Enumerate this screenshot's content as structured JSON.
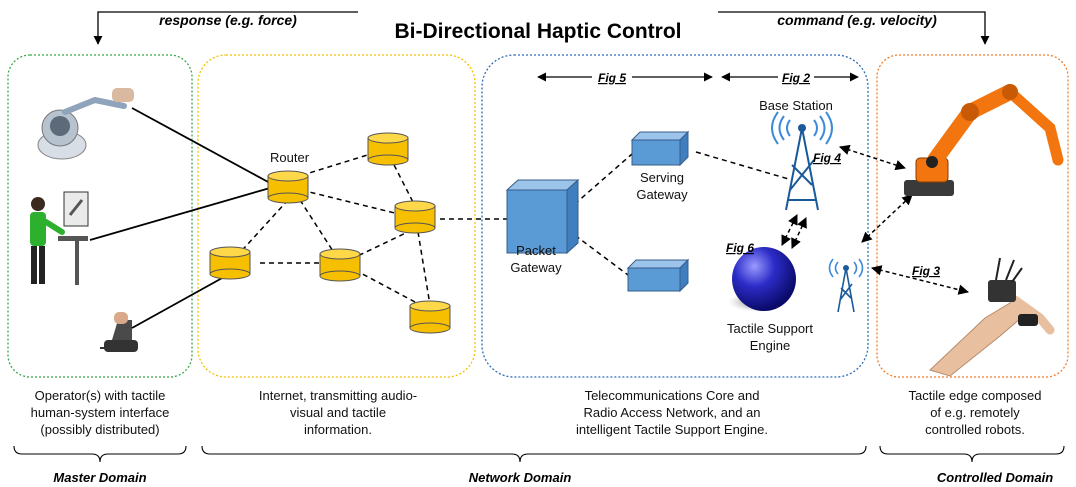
{
  "header": {
    "title": "Bi-Directional Haptic Control",
    "response_label": "response (e.g. force)",
    "command_label": "command (e.g. velocity)"
  },
  "figure_refs": {
    "fig5": "Fig 5",
    "fig2": "Fig 2",
    "fig4": "Fig 4",
    "fig6": "Fig 6",
    "fig3": "Fig 3"
  },
  "network": {
    "router_label": "Router",
    "base_station_label": "Base Station",
    "serving_gateway_line1": "Serving",
    "serving_gateway_line2": "Gateway",
    "packet_gateway_line1": "Packet",
    "packet_gateway_line2": "Gateway",
    "tse_line1": "Tactile Support",
    "tse_line2": "Engine"
  },
  "captions": {
    "master": [
      "Operator(s) with tactile",
      "human-system interface",
      "(possibly distributed)"
    ],
    "internet": [
      "Internet, transmitting audio-",
      "visual and tactile",
      "information."
    ],
    "core": [
      "Telecommunications Core and",
      "Radio Access Network, and an",
      "intelligent Tactile Support Engine."
    ],
    "controlled": [
      "Tactile edge composed",
      "of e.g. remotely",
      "controlled robots."
    ]
  },
  "domains": {
    "master": "Master Domain",
    "network": "Network Domain",
    "controlled": "Controlled Domain"
  },
  "colors": {
    "master_border": "#3aa64a",
    "internet_border": "#f2c200",
    "core_border": "#2f6db5",
    "controlled_border": "#f07f2a",
    "router_fill": "#f6c000",
    "gateway_fill": "#5b9bd5",
    "tse_fill": "#2c2cc8",
    "robot_orange": "#f2750f"
  }
}
